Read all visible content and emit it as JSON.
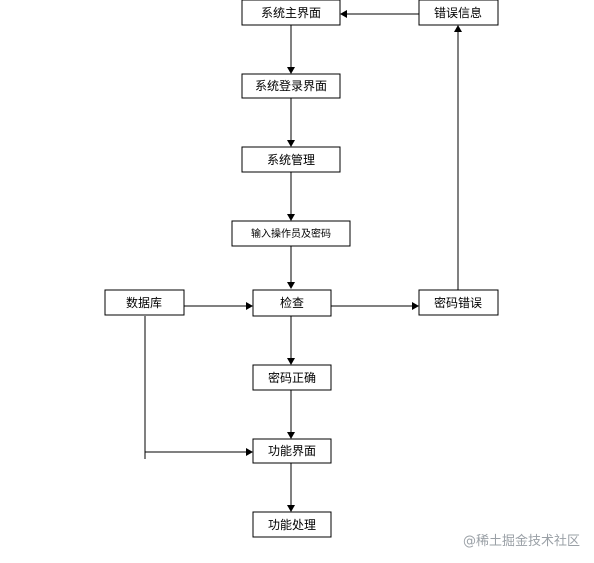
{
  "nodes": {
    "main_ui": "系统主界面",
    "error_info": "错误信息",
    "login_ui": "系统登录界面",
    "system_admin": "系统管理",
    "input_credentials": "输入操作员及密码",
    "database": "数据库",
    "check": "检查",
    "password_error": "密码错误",
    "password_correct": "密码正确",
    "function_ui": "功能界面",
    "function_processing": "功能处理"
  },
  "watermark": "@稀土掘金技术社区"
}
